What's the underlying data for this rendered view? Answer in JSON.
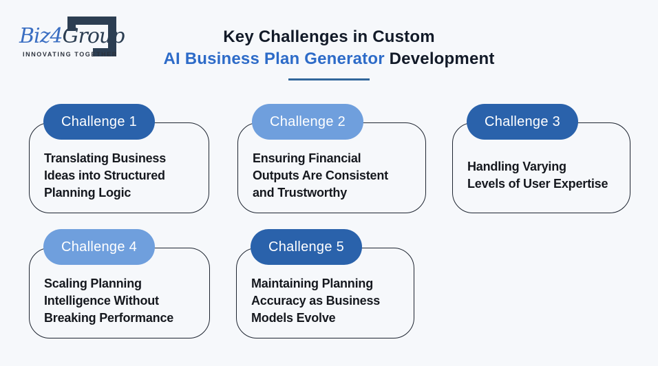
{
  "logo": {
    "brand_blue": "Biz4",
    "brand_dark": "Group",
    "tagline": "INNOVATING TOGETHER"
  },
  "header": {
    "title_line1": "Key Challenges in Custom",
    "title_highlight": "AI Business Plan Generator",
    "title_rest": "Development"
  },
  "cards": [
    {
      "label": "Challenge 1",
      "variant": "dark",
      "text": "Translating Business\nIdeas into Structured\nPlanning Logic"
    },
    {
      "label": "Challenge 2",
      "variant": "light",
      "text": "Ensuring Financial\nOutputs Are Consistent\nand Trustworthy"
    },
    {
      "label": "Challenge 3",
      "variant": "dark",
      "text": "Handling Varying\nLevels of User Expertise"
    },
    {
      "label": "Challenge 4",
      "variant": "light",
      "text": "Scaling Planning\nIntelligence Without\nBreaking Performance"
    },
    {
      "label": "Challenge 5",
      "variant": "dark",
      "text": "Maintaining Planning\nAccuracy as Business\nModels Evolve"
    }
  ],
  "colors": {
    "background": "#f6f8fb",
    "pill_dark": "#2a62ab",
    "pill_light": "#6f9fdd",
    "title_highlight": "#2d6bc8",
    "divider": "#31669b",
    "card_border": "#1d2430",
    "logo_blue": "#3a6ec2",
    "logo_dark": "#2c3e52"
  }
}
